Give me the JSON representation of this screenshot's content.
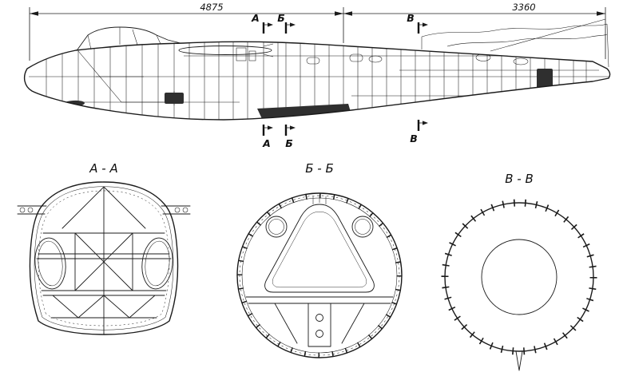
{
  "dimensions": {
    "left_value": "4875",
    "right_value": "3360"
  },
  "markers": {
    "a": "А",
    "b": "Б",
    "v": "В"
  },
  "sections": {
    "aa_label": "А - А",
    "bb_label": "Б - Б",
    "vv_label": "В - В"
  },
  "colors": {
    "ink": "#1b1b1b",
    "background": "#ffffff"
  }
}
